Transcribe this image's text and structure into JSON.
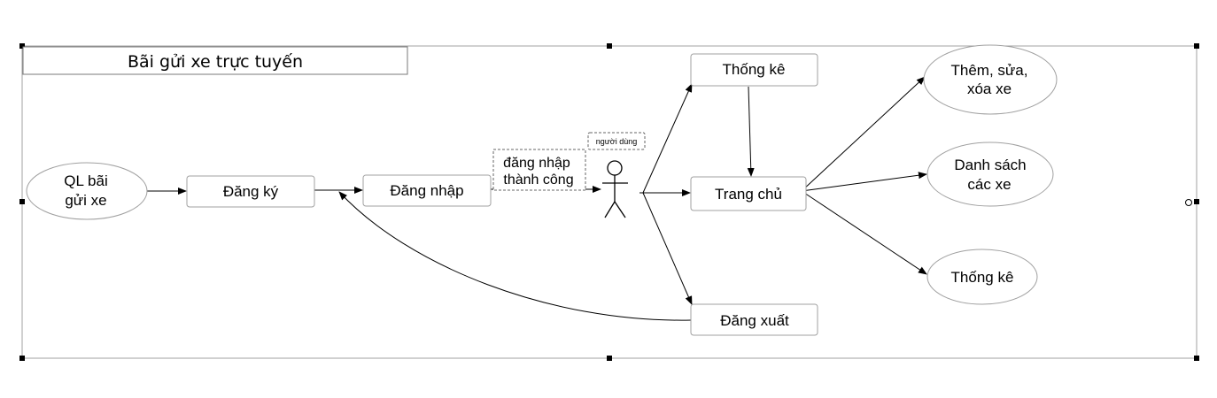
{
  "diagram": {
    "title": "Bãi gửi xe trực tuyến",
    "nodes": {
      "ql_bai": [
        "QL bãi",
        "gửi xe"
      ],
      "dang_ky": "Đăng ký",
      "dang_nhap": "Đăng nhập",
      "login_success": [
        "đăng nhập",
        "thành công"
      ],
      "actor_label": "người dùng",
      "thong_ke_top": "Thống kê",
      "trang_chu": "Trang chủ",
      "dang_xuat": "Đăng xuất",
      "them_sua_xoa": [
        "Thêm, sửa,",
        "xóa xe"
      ],
      "danh_sach": [
        "Danh sách",
        "các xe"
      ],
      "thong_ke_right": "Thống kê"
    }
  }
}
